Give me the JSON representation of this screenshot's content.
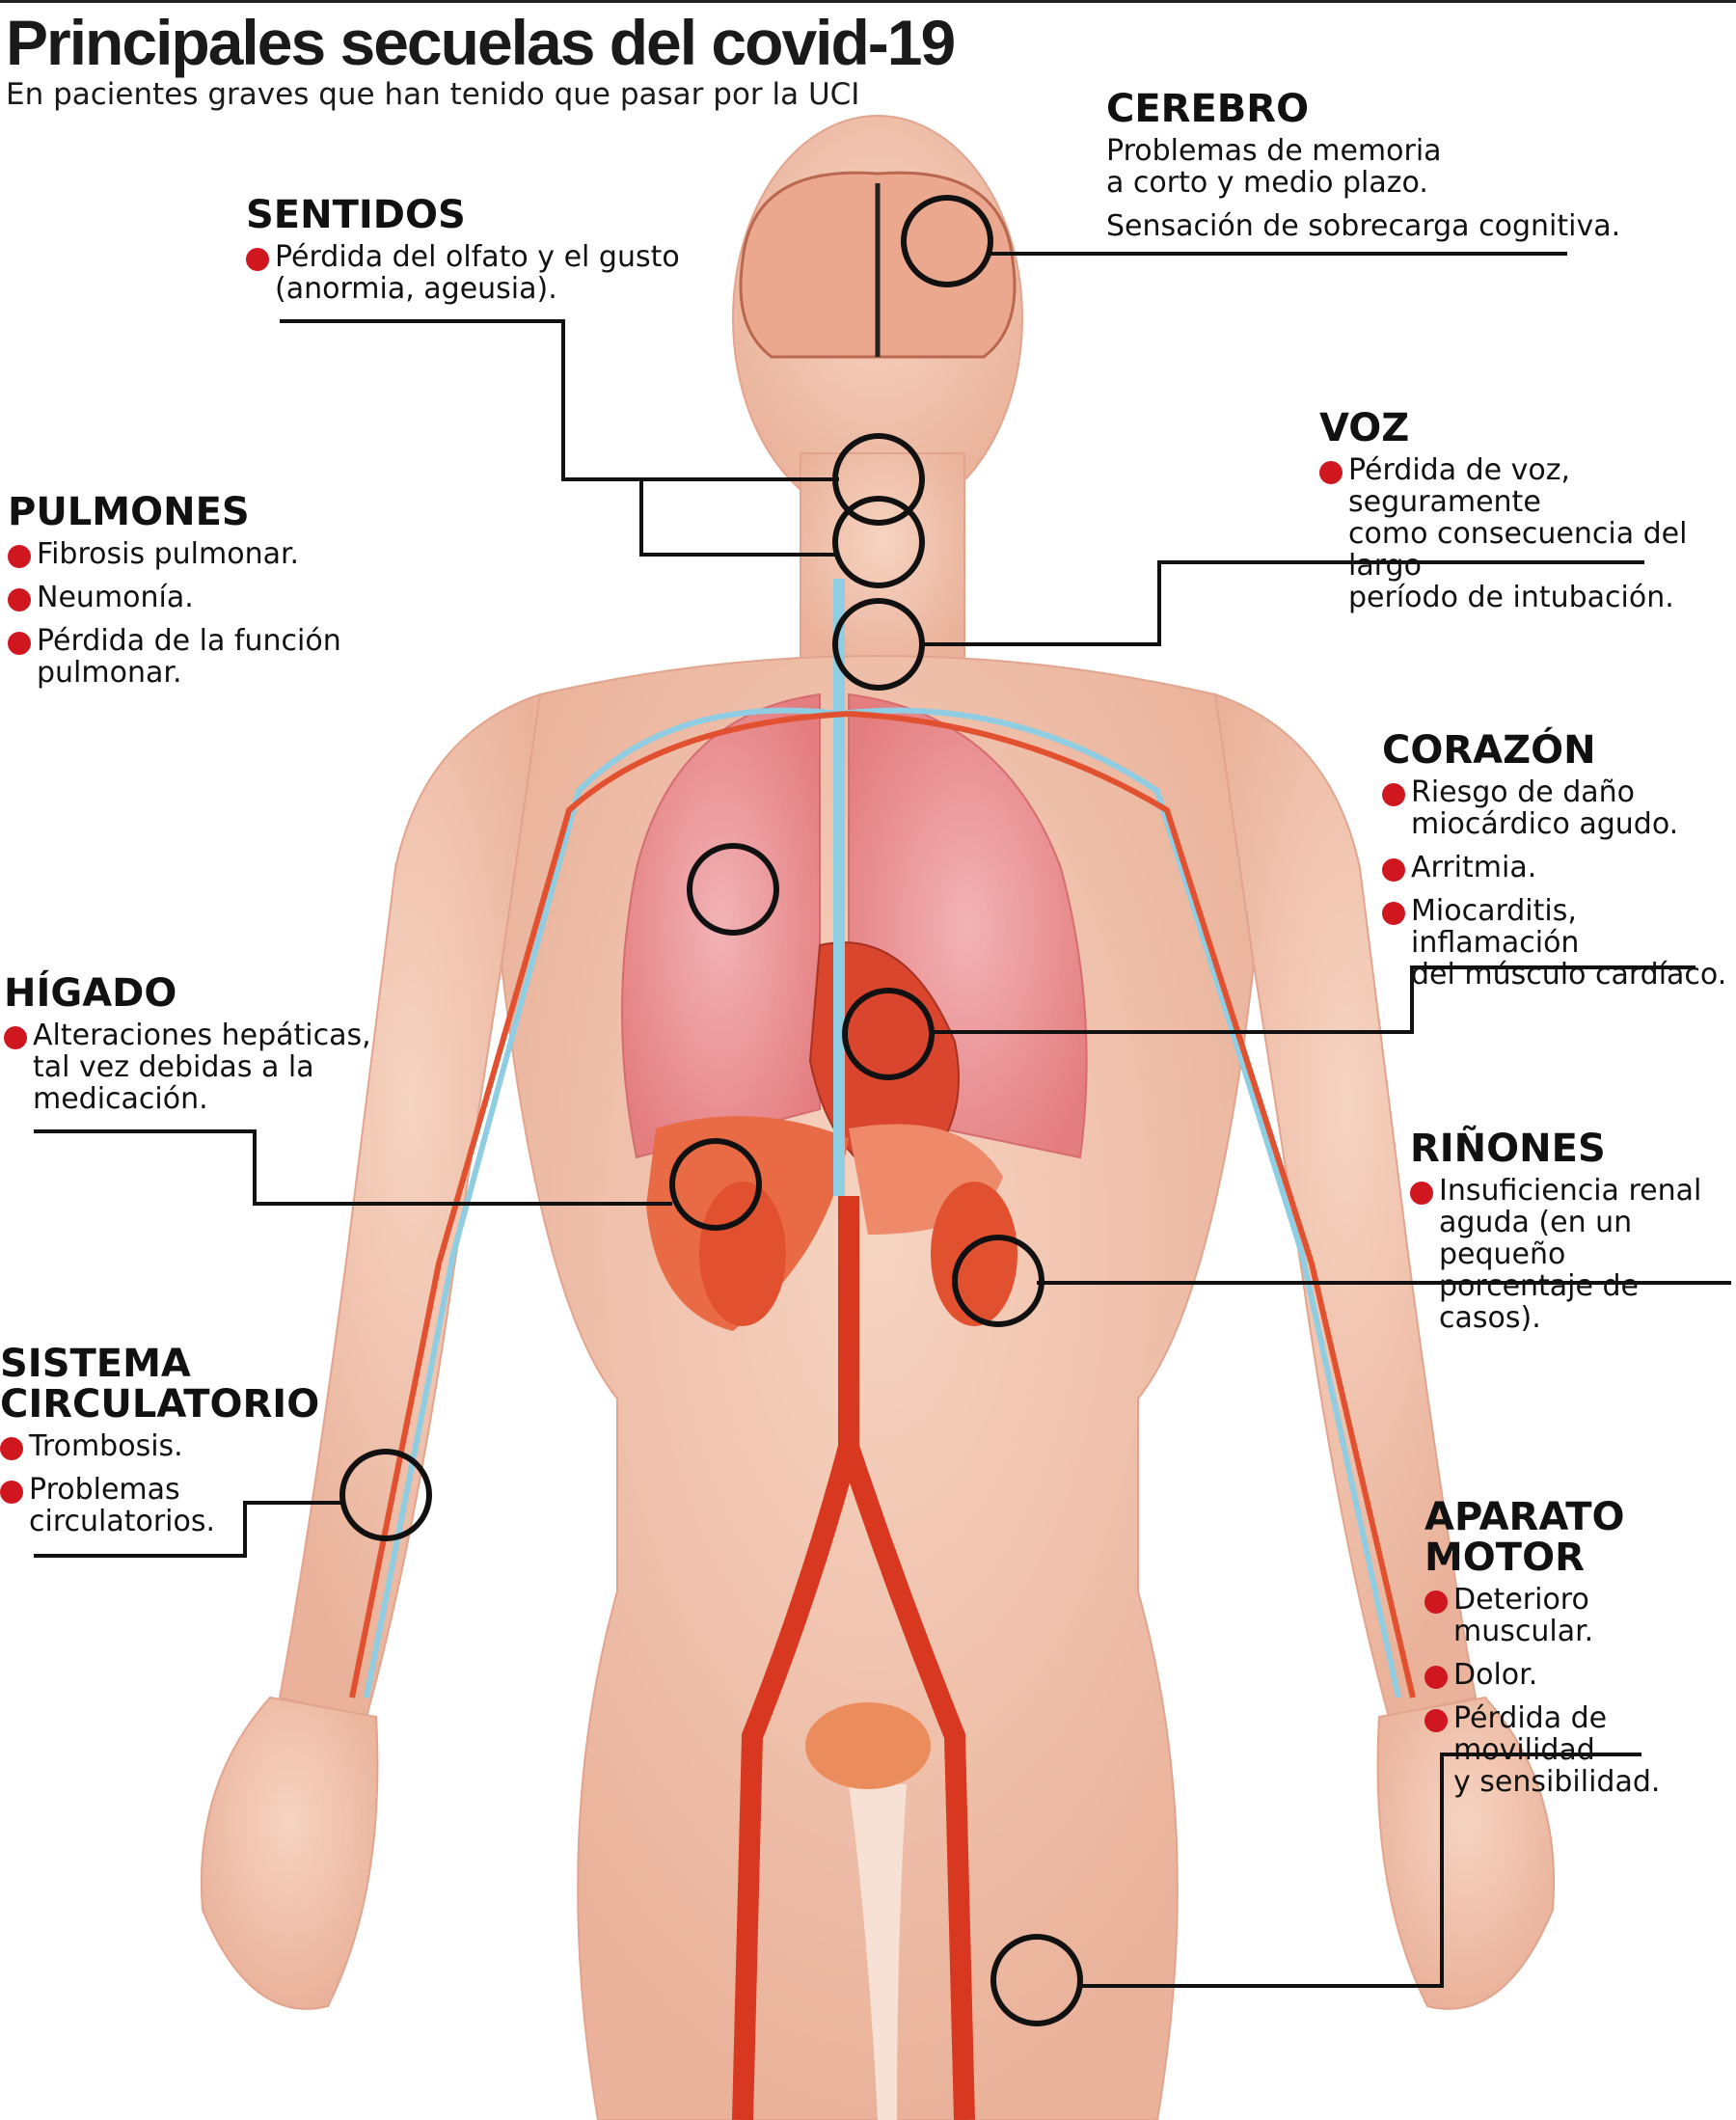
{
  "title": "Principales secuelas del covid-19",
  "subtitle": "En pacientes graves que han tenido que pasar por la UCI",
  "colors": {
    "bullet": "#d0161f",
    "skin": "#f1c4ad",
    "organ": "#e8583e",
    "lung": "#ec98a0",
    "vein": "#8fcde3",
    "circle": "#111111"
  },
  "sections": {
    "cerebro": {
      "heading": "CEREBRO",
      "lines": [
        "Problemas de memoria\na corto y medio plazo.",
        "Sensación de sobrecarga cognitiva."
      ]
    },
    "sentidos": {
      "heading": "SENTIDOS",
      "items": [
        "Pérdida del olfato y el gusto\n(anormia, ageusia)."
      ]
    },
    "voz": {
      "heading": "VOZ",
      "items": [
        "Pérdida de voz, seguramente\ncomo consecuencia del largo\nperíodo de intubación."
      ]
    },
    "pulmones": {
      "heading": "PULMONES",
      "items": [
        "Fibrosis pulmonar.",
        "Neumonía.",
        "Pérdida de la función pulmonar."
      ]
    },
    "corazon": {
      "heading": "CORAZÓN",
      "items": [
        "Riesgo de daño\nmiocárdico agudo.",
        "Arritmia.",
        "Miocarditis, inflamación\ndel músculo cardíaco."
      ]
    },
    "higado": {
      "heading": "HÍGADO",
      "items": [
        "Alteraciones hepáticas,\ntal vez debidas a la\nmedicación."
      ]
    },
    "rinones": {
      "heading": "RIÑONES",
      "items": [
        "Insuficiencia renal\naguda (en un pequeño\nporcentaje de casos)."
      ]
    },
    "sistema": {
      "heading": "SISTEMA\nCIRCULATORIO",
      "items": [
        "Trombosis.",
        "Problemas\ncirculatorios."
      ]
    },
    "aparato": {
      "heading": "APARATO\nMOTOR",
      "items": [
        "Deterioro muscular.",
        "Dolor.",
        "Pérdida de movilidad\ny sensibilidad."
      ]
    }
  }
}
